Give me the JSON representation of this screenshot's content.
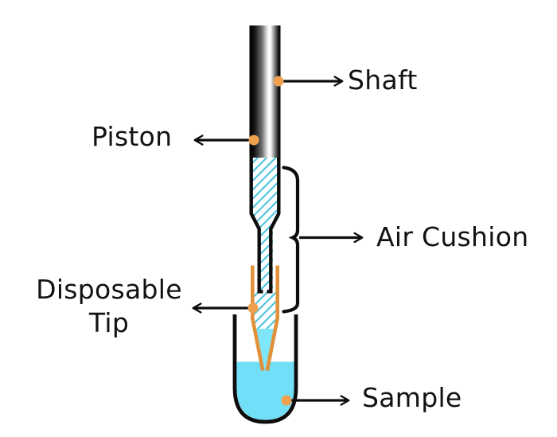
{
  "labels": {
    "shaft": "Shaft",
    "piston": "Piston",
    "air_cushion": "Air Cushion",
    "disposable_tip_line1": "Disposable",
    "disposable_tip_line2": "Tip",
    "sample": "Sample"
  },
  "colors": {
    "outline_black": "#0d0d0d",
    "hatch_teal": "#4cc4db",
    "liquid_cyan": "#70dff7",
    "tip_liquid_cyan": "#7fe6fa",
    "tip_orange": "#e2913b",
    "dot_orange": "#f0a14f",
    "text": "#121212"
  },
  "parts": {
    "shaft_rod": "metallic shaft/piston rod",
    "air_cushion_region": "hatched air cushion inside pipette body and tip",
    "disposable_tip": "orange disposable tip",
    "sample_tube": "round-bottom tube with sample liquid"
  }
}
